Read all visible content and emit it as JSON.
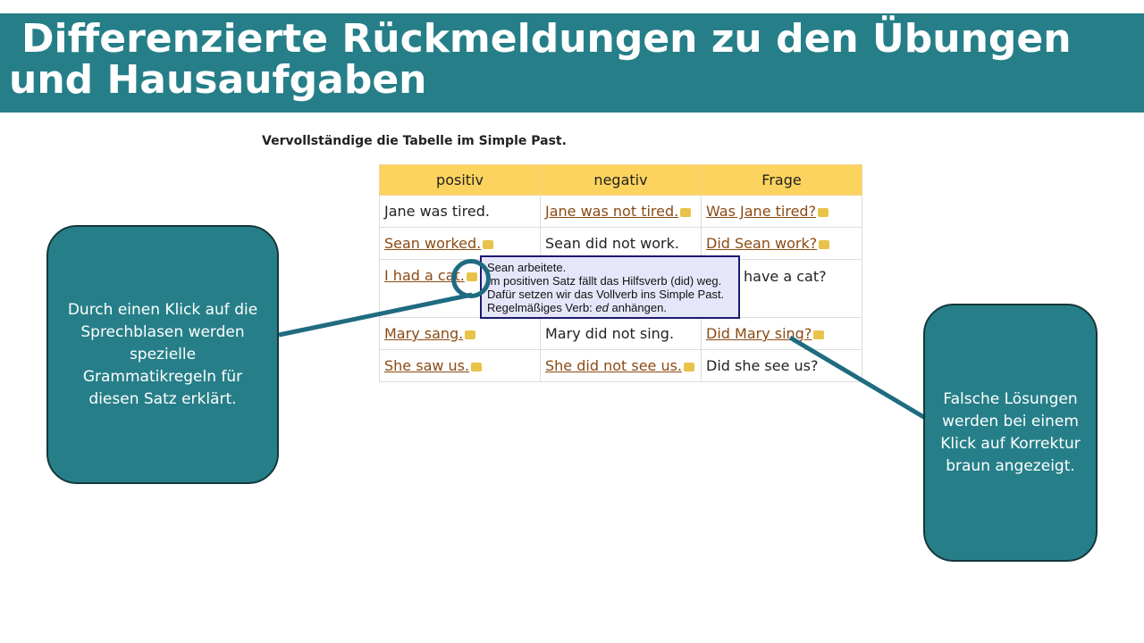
{
  "title": {
    "line1": "Differenzierte Rückmeldungen zu den Übungen",
    "line2": "und Hausaufgaben"
  },
  "instruction": "Vervollständige die Tabelle im Simple Past.",
  "table": {
    "headers": [
      "positiv",
      "negativ",
      "Frage"
    ],
    "rows": [
      [
        {
          "text": "Jane was tired.",
          "wrong": false
        },
        {
          "text": "Jane was not tired.",
          "wrong": true
        },
        {
          "text": "Was Jane tired?",
          "wrong": true
        }
      ],
      [
        {
          "text": "Sean worked.",
          "wrong": true
        },
        {
          "text": "Sean did not work.",
          "wrong": false
        },
        {
          "text": "Did Sean work?",
          "wrong": true
        }
      ],
      [
        {
          "text": "I had a cat.",
          "wrong": true
        },
        {
          "text": "",
          "wrong": false
        },
        {
          "text": "have a cat?",
          "wrong": false
        }
      ],
      [
        {
          "text": "Mary sang.",
          "wrong": true
        },
        {
          "text": "Mary did not sing.",
          "wrong": false
        },
        {
          "text": "Did Mary sing?",
          "wrong": true
        }
      ],
      [
        {
          "text": "She saw us.",
          "wrong": true
        },
        {
          "text": "She did not see us.",
          "wrong": true
        },
        {
          "text": "Did she see us?",
          "wrong": false
        }
      ]
    ]
  },
  "tooltip": {
    "line1": "Sean arbeitete.",
    "line2": "Im positiven Satz fällt das Hilfsverb (did) weg.",
    "line3": "Dafür setzen wir das Vollverb ins Simple Past.",
    "line4_pre": "Regelmäßiges Verb: ",
    "line4_em": "ed",
    "line4_post": " anhängen."
  },
  "callouts": {
    "left": "Durch einen Klick auf die Sprechblasen werden spezielle Grammatikregeln für diesen Satz erklärt.",
    "right": "Falsche Lösungen werden bei einem Klick auf Korrektur braun angezeigt."
  },
  "colors": {
    "banner": "#267f88",
    "header": "#fcd35e",
    "wrong": "#8b4a14"
  }
}
